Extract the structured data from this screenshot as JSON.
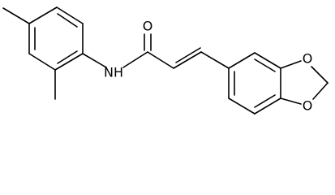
{
  "molecule": {
    "atoms": {
      "nh": "NH",
      "carbonyl_o": "O",
      "ring_o_top": "O",
      "ring_o_bottom": "O"
    }
  }
}
